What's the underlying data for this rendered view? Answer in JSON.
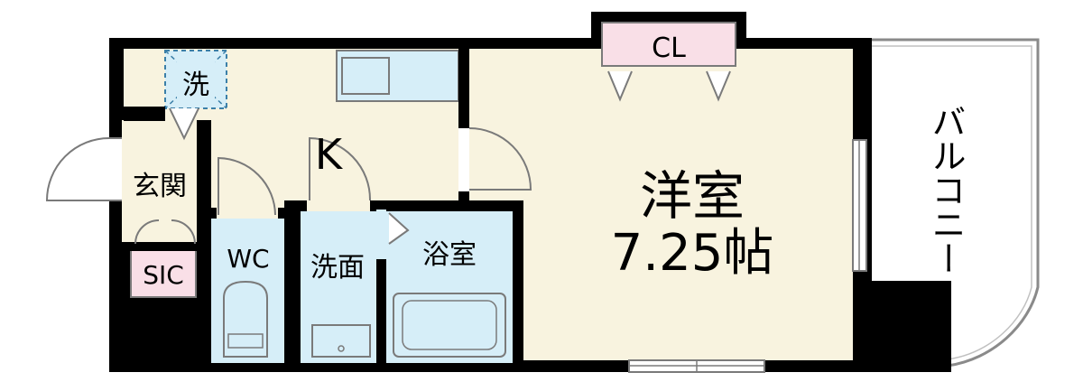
{
  "rooms": {
    "washer": "洗",
    "kitchen": "K",
    "entrance": "玄関",
    "sic": "SIC",
    "wc": "WC",
    "washroom": "洗面",
    "bathroom": "浴室",
    "closet": "CL",
    "western_room": "洋室",
    "western_room_size": "7.25帖",
    "balcony": "バルコニー"
  },
  "colors": {
    "floor": "#f8f3df",
    "wet_area": "#d6eef8",
    "closet_pink": "#f9dfe7",
    "wall": "#000000",
    "outline": "#7a7a7a"
  }
}
